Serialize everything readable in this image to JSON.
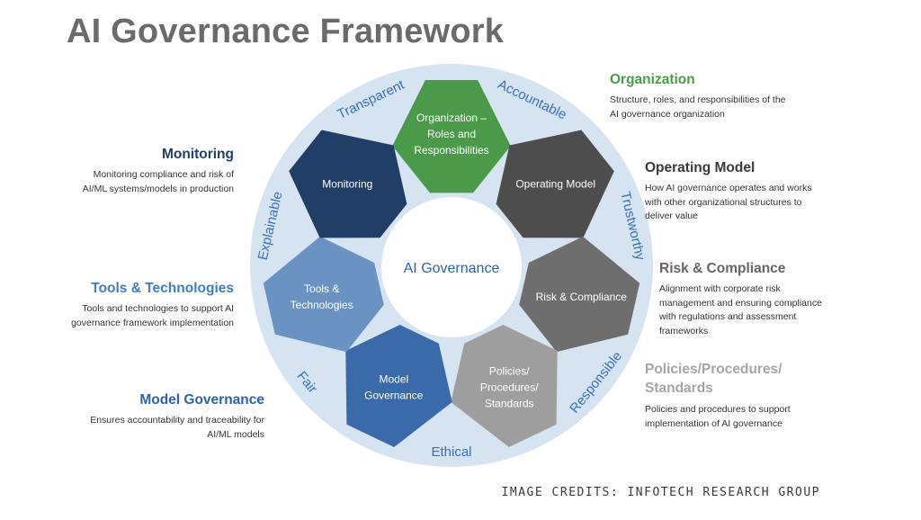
{
  "title": "AI Governance Framework",
  "center_label": "AI Governance",
  "segments": [
    {
      "key": "organization",
      "lines": [
        "Organization –",
        "Roles and",
        "Responsibilities"
      ],
      "color": "#4a9a4a"
    },
    {
      "key": "operating",
      "lines": [
        "Operating Model"
      ],
      "color": "#4d4d4d"
    },
    {
      "key": "risk",
      "lines": [
        "Risk & Compliance"
      ],
      "color": "#6e6e6e"
    },
    {
      "key": "policies",
      "lines": [
        "Policies/",
        "Procedures/",
        "Standards"
      ],
      "color": "#9e9e9e"
    },
    {
      "key": "model_gov",
      "lines": [
        "Model",
        "Governance"
      ],
      "color": "#3a6aaa"
    },
    {
      "key": "tools",
      "lines": [
        "Tools &",
        "Technologies"
      ],
      "color": "#6a93c4"
    },
    {
      "key": "monitoring",
      "lines": [
        "Monitoring"
      ],
      "color": "#213f66"
    }
  ],
  "principles": [
    "Accountable",
    "Trustworthy",
    "Responsible",
    "Ethical",
    "Fair",
    "Explainable",
    "Transparent"
  ],
  "descriptions": {
    "organization": {
      "heading": "Organization",
      "color": "#4a9a4a",
      "lines": [
        "Structure, roles, and responsibilities of the",
        "AI governance organization"
      ]
    },
    "operating": {
      "heading": "Operating Model",
      "color": "#3a3a3a",
      "lines": [
        "How AI governance operates and works",
        "with other organizational structures to",
        "deliver value"
      ]
    },
    "risk": {
      "heading": "Risk & Compliance",
      "color": "#666666",
      "lines": [
        "Alignment with corporate risk",
        "management and ensuring compliance",
        "with regulations and assessment",
        "frameworks"
      ]
    },
    "policies": {
      "heading_lines": [
        "Policies/Procedures/",
        "Standards"
      ],
      "color": "#a6a6a6",
      "lines": [
        "Policies and procedures to support",
        "implementation of AI governance"
      ]
    },
    "monitoring": {
      "heading": "Monitoring",
      "color": "#213f66",
      "lines": [
        "Monitoring compliance and risk of",
        "AI/ML systems/models in production"
      ]
    },
    "tools": {
      "heading": "Tools & Technologies",
      "color": "#3f7ec4",
      "lines": [
        "Tools and technologies to support AI",
        "governance framework implementation"
      ]
    },
    "model_gov": {
      "heading": "Model Governance",
      "color": "#2f62a8",
      "lines": [
        "Ensures accountability and traceability for",
        "AI/ML models"
      ]
    }
  },
  "colors": {
    "ring": "#d6e3f1",
    "ring_text": "#3a70b8",
    "center_text": "#2f62a8"
  },
  "credits": "IMAGE CREDITS: INFOTECH RESEARCH GROUP"
}
